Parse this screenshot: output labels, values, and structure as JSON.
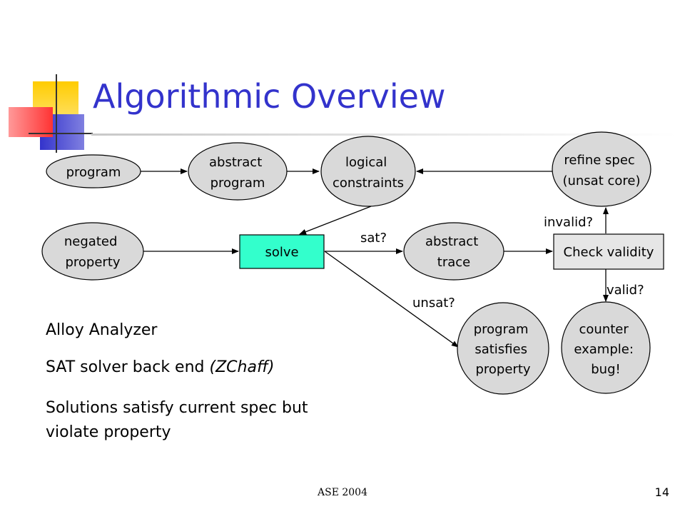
{
  "slide": {
    "title": "Algorithmic Overview",
    "footer": "ASE 2004",
    "page_number": "14"
  },
  "colors": {
    "title": "#3333cc",
    "node_fill": "#d9d9d9",
    "solve_fill": "#33ffcc",
    "check_fill": "#e6e6e6",
    "logo_yellow": "#ffcc00",
    "logo_blue": "#3333cc",
    "logo_red": "#ff3333"
  },
  "nodes": {
    "program": "program",
    "abstract_program": [
      "abstract",
      "program"
    ],
    "logical_constraints": [
      "logical",
      "constraints"
    ],
    "refine_spec": [
      "refine spec",
      "(unsat core)"
    ],
    "negated_property": [
      "negated",
      "property"
    ],
    "solve": "solve",
    "abstract_trace": [
      "abstract",
      "trace"
    ],
    "check_validity": "Check validity",
    "program_satisfies": [
      "program",
      "satisfies",
      "property"
    ],
    "counter_example": [
      "counter",
      "example:",
      "bug!"
    ]
  },
  "edge_labels": {
    "sat": "sat?",
    "unsat": "unsat?",
    "invalid": "invalid?",
    "valid": "valid?"
  },
  "notes": {
    "line1": "Alloy Analyzer",
    "line2_plain": "SAT solver back end ",
    "line2_italic": "(ZChaff)",
    "line3": "Solutions satisfy current spec but violate property"
  }
}
